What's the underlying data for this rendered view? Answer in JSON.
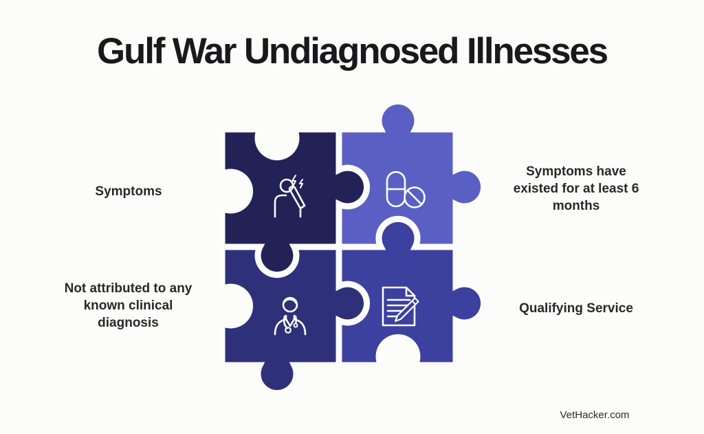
{
  "title": {
    "text": "Gulf War Undiagnosed Illnesses",
    "color": "#19191b"
  },
  "puzzle": {
    "pieces": [
      {
        "id": "symptoms",
        "color": "#232257",
        "icon": "headache-person-icon",
        "label": "Symptoms"
      },
      {
        "id": "duration",
        "color": "#5A60C3",
        "icon": "pills-icon",
        "label": "Symptoms have existed for at least 6 months"
      },
      {
        "id": "no-clinical-diagnosis",
        "color": "#2E3079",
        "icon": "doctor-icon",
        "label": "Not attributed to any known clinical diagnosis"
      },
      {
        "id": "qualifying-service",
        "color": "#3C409E",
        "icon": "document-pencil-icon",
        "label": "Qualifying Service"
      }
    ]
  },
  "footer": {
    "brand": "VetHacker.com"
  }
}
